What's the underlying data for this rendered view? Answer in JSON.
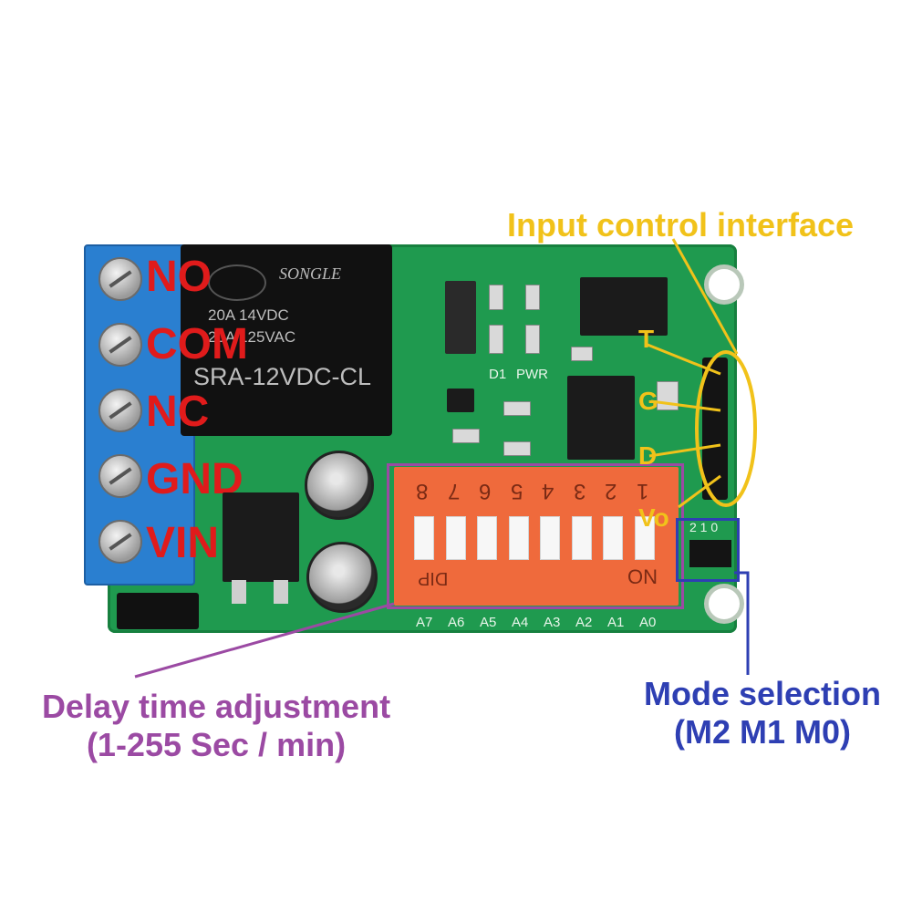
{
  "relay": {
    "brand": "SONGLE",
    "rating_line1": "20A  14VDC",
    "rating_line2": "20A  125VAC",
    "model": "SRA-12VDC-CL"
  },
  "terminals": [
    "NO",
    "COM",
    "NC",
    "GND",
    "VIN"
  ],
  "dip_switch": {
    "numbers": [
      "8",
      "7",
      "6",
      "5",
      "4",
      "3",
      "2",
      "1"
    ],
    "dip_label": "DIP",
    "on_label": "ON",
    "address_labels": [
      "A7",
      "A6",
      "A5",
      "A4",
      "A3",
      "A2",
      "A1",
      "A0"
    ]
  },
  "leds": {
    "d1": "D1",
    "pwr": "PWR"
  },
  "mode_header_label": "2 1 0",
  "input_pins": [
    "T",
    "G",
    "D",
    "Vo"
  ],
  "annotations": {
    "input_control": "Input control interface",
    "delay_line1": "Delay time adjustment",
    "delay_line2": "(1-255 Sec / min)",
    "mode_line1": "Mode selection",
    "mode_line2": "(M2 M1 M0)"
  },
  "colors": {
    "input_annotation": "#f1c21a",
    "delay_annotation": "#9b4aa3",
    "mode_annotation": "#2e3fb3",
    "terminal_label": "#e01b1b",
    "pcb": "#1f9a4f",
    "dip_body": "#ef6a3c"
  }
}
